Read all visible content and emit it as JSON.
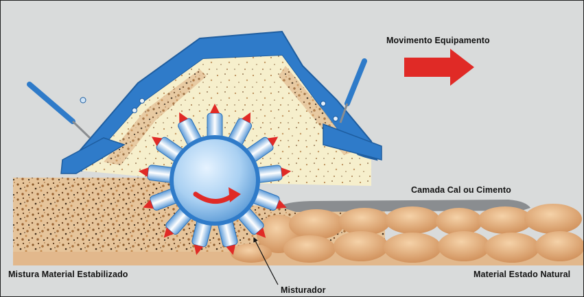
{
  "labels": {
    "movement": "Movimento Equipamento",
    "layer": "Camada Cal ou Cimento",
    "mixed_material": "Mistura Material Estabilizado",
    "natural_material": "Material Estado Natural",
    "mixer": "Misturador"
  },
  "colors": {
    "background": "#d9dbdb",
    "housing_blue": "#2f7bc9",
    "fill_cream": "#f6efcc",
    "soil_tan": "#d9a877",
    "boulder": "#e2a873",
    "drum_blue": "#9cc8ee",
    "arrow_red": "#e02a26",
    "layer_gray": "#8a8d90"
  },
  "icons": {
    "direction": "right-arrow-icon",
    "rotation": "curved-arrow-icon"
  }
}
